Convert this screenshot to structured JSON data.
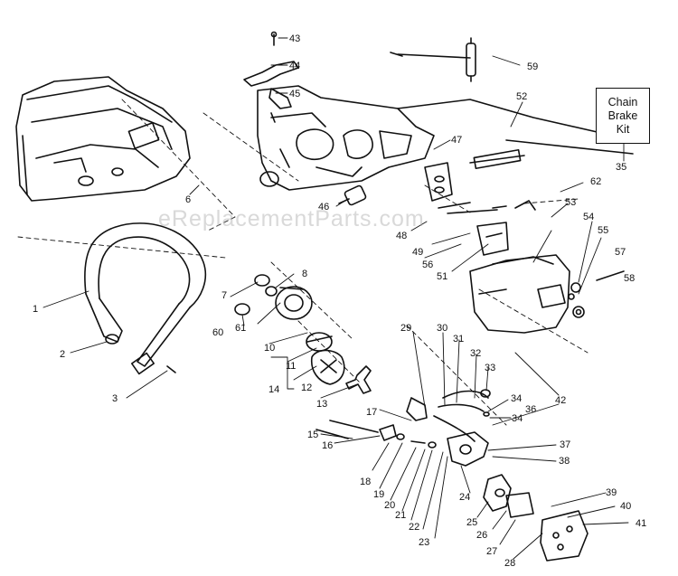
{
  "watermark": "eReplacementParts.com",
  "kit": {
    "line1": "Chain",
    "line2": "Brake",
    "line3": "Kit",
    "number": "35"
  },
  "callouts": [
    "1",
    "2",
    "3",
    "6",
    "7",
    "8",
    "10",
    "11",
    "12",
    "13",
    "14",
    "15",
    "16",
    "17",
    "18",
    "19",
    "20",
    "21",
    "22",
    "23",
    "24",
    "25",
    "26",
    "27",
    "28",
    "29",
    "30",
    "31",
    "32",
    "33",
    "34",
    "36",
    "34",
    "37",
    "38",
    "39",
    "40",
    "41",
    "42",
    "43",
    "44",
    "45",
    "46",
    "47",
    "48",
    "49",
    "51",
    "52",
    "53",
    "54",
    "55",
    "56",
    "57",
    "58",
    "59",
    "60",
    "61",
    "62"
  ]
}
